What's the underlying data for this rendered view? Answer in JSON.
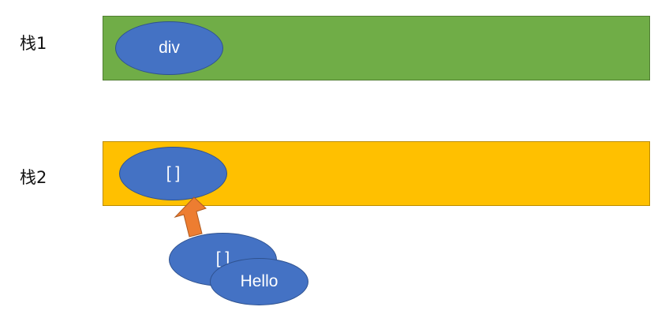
{
  "stacks": [
    {
      "label": "栈1",
      "bar_color": "#70ad47",
      "bar_border": "#507e32",
      "node": "div"
    },
    {
      "label": "栈2",
      "bar_color": "#ffc000",
      "bar_border": "#bc8c00",
      "node": "[ ]"
    }
  ],
  "floating_nodes": [
    {
      "label": "[ ]"
    },
    {
      "label": "Hello"
    }
  ],
  "colors": {
    "node_fill": "#4472c4",
    "node_border": "#2f528f",
    "arrow_fill": "#ed7d31",
    "arrow_border": "#ae5a21"
  }
}
